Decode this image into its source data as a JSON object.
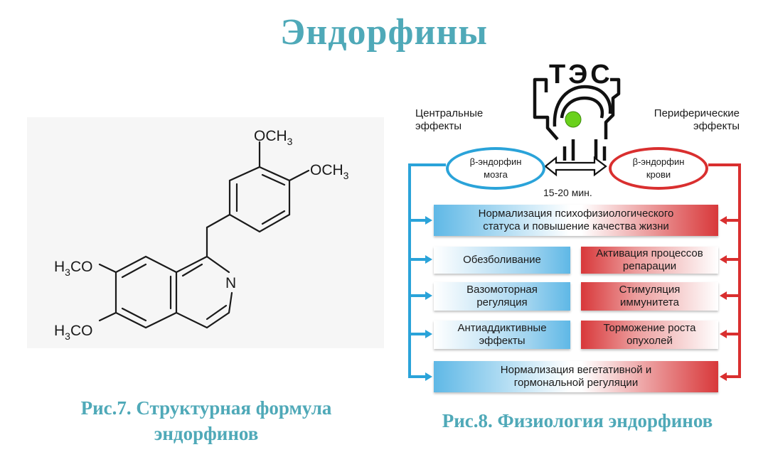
{
  "title": "Эндорфины",
  "molecule": {
    "och3_top": "OCH",
    "och3_right": "OCH",
    "sub3": "3",
    "h3co_a": "H",
    "h3co_a_rest": "CO",
    "h3co_b": "H",
    "h3co_b_rest": "CO",
    "nitrogen": "N"
  },
  "caption_left_line1": "Рис.7. Структурная формула",
  "caption_left_line2": "эндорфинов",
  "caption_right": "Рис.8. Физиология эндорфинов",
  "diagram": {
    "tes": "ТЭС",
    "central_line1": "Центральные",
    "central_line2": "эффекты",
    "peripheral_line1": "Периферические",
    "peripheral_line2": "эффекты",
    "brain_oval_line1": "β-эндорфин",
    "brain_oval_line2": "мозга",
    "blood_oval_line1": "β-эндорфин",
    "blood_oval_line2": "крови",
    "time": "15-20 мин.",
    "box_top_line1": "Нормализация психофизиологического",
    "box_top_line2": "статуса и повышение качества жизни",
    "box_l1": "Обезболивание",
    "box_r1_line1": "Активация процессов",
    "box_r1_line2": "репарации",
    "box_l2_line1": "Вазомоторная",
    "box_l2_line2": "регуляция",
    "box_r2_line1": "Стимуляция",
    "box_r2_line2": "иммунитета",
    "box_l3_line1": "Антиаддиктивные",
    "box_l3_line2": "эффекты",
    "box_r3_line1": "Торможение роста",
    "box_r3_line2": "опухолей",
    "box_bottom_line1": "Нормализация вегетативной и",
    "box_bottom_line2": "гормональной регуляции"
  },
  "colors": {
    "title": "#4fa9b8",
    "blue": "#2aa3d9",
    "red": "#d92f2f",
    "green_dot": "#6ad11c"
  }
}
